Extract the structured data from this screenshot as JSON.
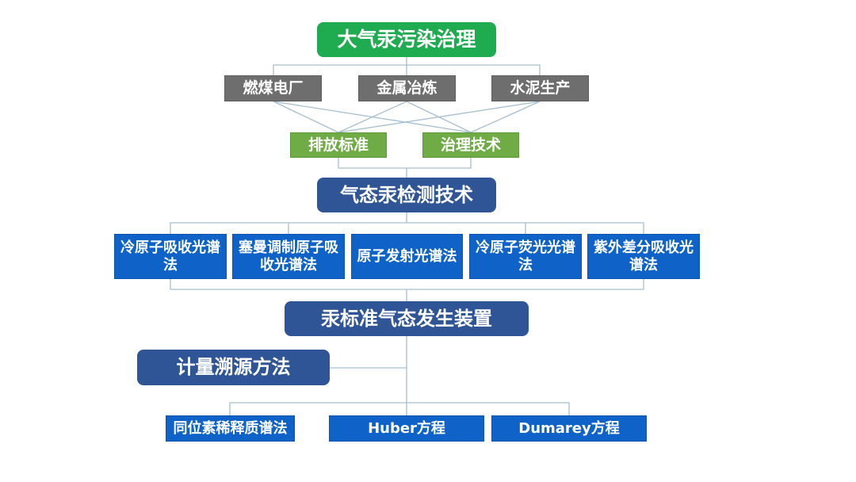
{
  "diagram": {
    "root": {
      "label": "大气汞污染治理",
      "color": "#1fab4f"
    },
    "sources": [
      {
        "label": "燃煤电厂"
      },
      {
        "label": "金属冶炼"
      },
      {
        "label": "水泥生产"
      }
    ],
    "measures": [
      {
        "label": "排放标准"
      },
      {
        "label": "治理技术"
      }
    ],
    "detection": {
      "label": "气态汞检测技术",
      "color": "#2f5597"
    },
    "methods": [
      {
        "label": "冷原子吸收光谱法"
      },
      {
        "label": "塞曼调制原子吸收光谱法"
      },
      {
        "label": "原子发射光谱法"
      },
      {
        "label": "冷原子荧光光谱法"
      },
      {
        "label": "紫外差分吸收光谱法"
      }
    ],
    "generator": {
      "label": "汞标准气态发生装置"
    },
    "traceability": {
      "label": "计量溯源方法"
    },
    "trace_methods": [
      {
        "label": "同位素稀释质谱法"
      },
      {
        "label": "Huber方程"
      },
      {
        "label": "Dumarey方程"
      }
    ],
    "colors": {
      "source_gray": "#6e6e6e",
      "measure_green": "#6fac46",
      "method_blue": "#0f63c8",
      "connector": "#9db7c9"
    }
  }
}
